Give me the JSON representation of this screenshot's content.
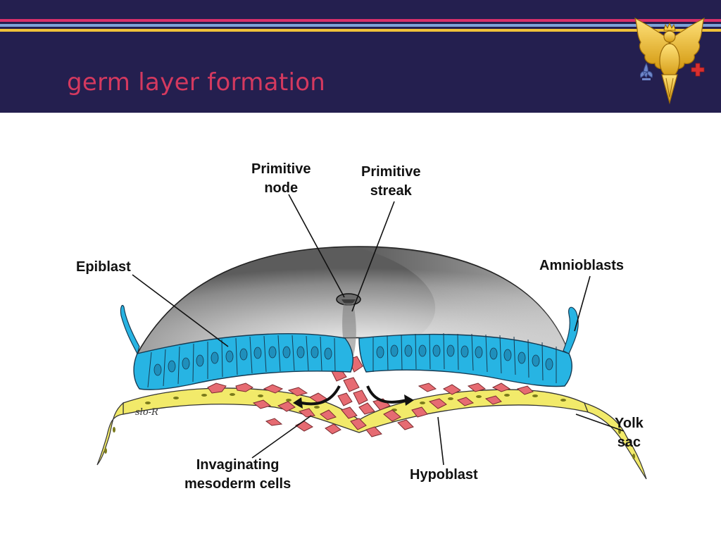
{
  "slide": {
    "title": "germ layer formation",
    "colors": {
      "header_bg": "#241f4f",
      "title_text": "#d4395f",
      "stripe_pink": "#d8306a",
      "stripe_blue": "#7fa2d8",
      "stripe_gold": "#f0c23a"
    },
    "crest_icon": "gold-eagle-crest-icon"
  },
  "diagram": {
    "colors": {
      "epiblast": "#27b4e3",
      "mesoderm": "#e66b72",
      "hypoblast": "#f2ea6a",
      "amnion": "#8b8b8b"
    },
    "labels": {
      "primitive_node": [
        "Primitive",
        "node"
      ],
      "primitive_streak": [
        "Primitive",
        "streak"
      ],
      "epiblast": "Epiblast",
      "amnioblasts": "Amnioblasts",
      "yolk_sac": [
        "Yolk",
        "sac"
      ],
      "hypoblast": "Hypoblast",
      "invaginating": [
        "Invaginating",
        "mesoderm cells"
      ]
    },
    "signature": "slo-R"
  }
}
